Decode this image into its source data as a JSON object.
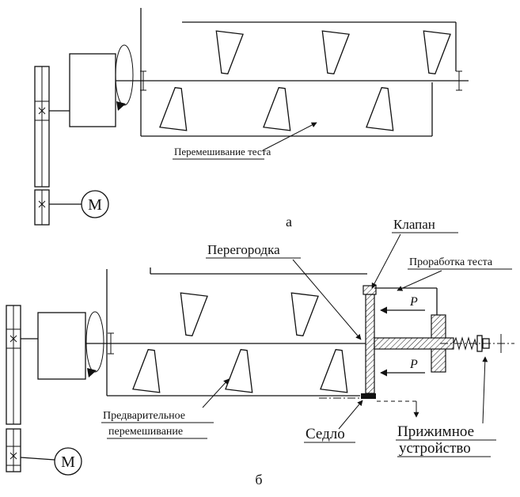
{
  "colors": {
    "line": "#111111",
    "background": "#ffffff"
  },
  "diagram_a": {
    "caption": "а",
    "motor": "М",
    "labels": {
      "mixing": "Перемешивание теста"
    }
  },
  "diagram_b": {
    "caption": "б",
    "motor": "М",
    "labels": {
      "valve": "Клапан",
      "partition": "Перегородка",
      "working": "Проработка теста",
      "pressure_top": "Р",
      "pressure_bottom": "Р",
      "seat": "Седло",
      "pressing1": "Прижимное",
      "pressing2": "устройство",
      "premix1": "Предварительное",
      "premix2": "перемешивание"
    }
  }
}
